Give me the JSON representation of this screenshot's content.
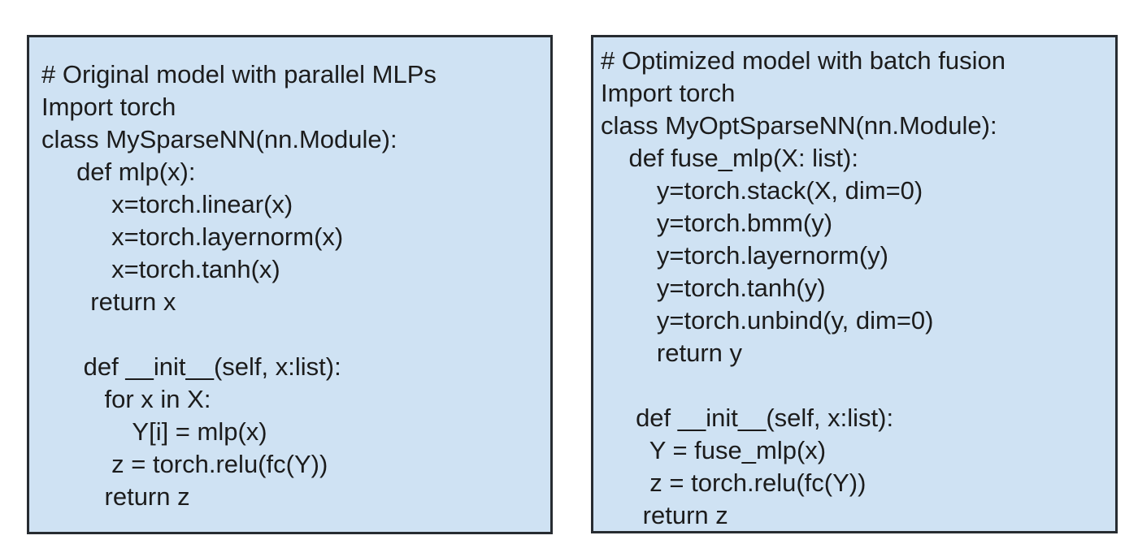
{
  "colors": {
    "page_bg": "#ffffff",
    "panel_bg": "#cfe2f3",
    "panel_border": "#272c31",
    "code_text": "#1c1c1c"
  },
  "panels": [
    {
      "name": "original-model",
      "comment_title": "# Original model with parallel MLPs",
      "lines": [
        "# Original model with parallel MLPs",
        "Import torch",
        "class MySparseNN(nn.Module):",
        "     def mlp(x):",
        "          x=torch.linear(x)",
        "          x=torch.layernorm(x)",
        "          x=torch.tanh(x)",
        "       return x",
        "",
        "      def __init__(self, x:list):",
        "         for x in X:",
        "             Y[i] = mlp(x)",
        "          z = torch.relu(fc(Y))",
        "         return z"
      ]
    },
    {
      "name": "optimized-model",
      "comment_title": "# Optimized model with batch fusion",
      "lines": [
        "# Optimized model with batch fusion",
        "Import torch",
        "class MyOptSparseNN(nn.Module):",
        "    def fuse_mlp(X: list):",
        "        y=torch.stack(X, dim=0)",
        "        y=torch.bmm(y)",
        "        y=torch.layernorm(y)",
        "        y=torch.tanh(y)",
        "        y=torch.unbind(y, dim=0)",
        "        return y",
        "",
        "     def __init__(self, x:list):",
        "       Y = fuse_mlp(x)",
        "       z = torch.relu(fc(Y))",
        "      return z"
      ]
    }
  ]
}
